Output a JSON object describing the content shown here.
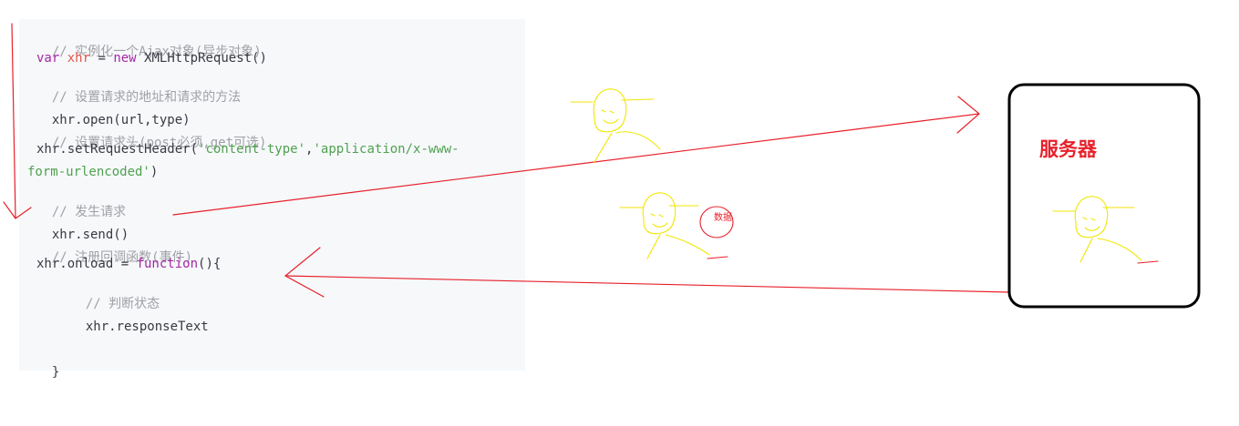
{
  "code": {
    "line1": "// 实例化一个Ajax对象(异步对象)",
    "line2": {
      "kw_var": "var",
      "name": "xhr",
      "eq": " = ",
      "kw_new": "new",
      "rest": " XMLHttpRequest()"
    },
    "line3": "// 设置请求的地址和请求的方法",
    "line4": "xhr.open(url,type)",
    "line5": "// 设置请求头(post必须,get可选)",
    "line6": {
      "prefix": "xhr.setRequestHeader(",
      "arg1": "'content-type'",
      "comma": ",",
      "arg2_part1": "'application/x-www-"
    },
    "line7": {
      "arg2_part2": "form-urlencoded'",
      "close": ")"
    },
    "line8": "// 发生请求",
    "line9": "xhr.send()",
    "line10": "// 注册回调函数(事件)",
    "line11": {
      "prefix": "xhr.onload = ",
      "kw_function": "function",
      "rest": "(){"
    },
    "line12": "// 判断状态",
    "line13": "xhr.responseText",
    "line14": "}"
  },
  "labels": {
    "server": "服务器",
    "data": "数据"
  },
  "colors": {
    "arrow": "#e8202a",
    "figure": "#f2e600",
    "server_box": "#000000"
  }
}
